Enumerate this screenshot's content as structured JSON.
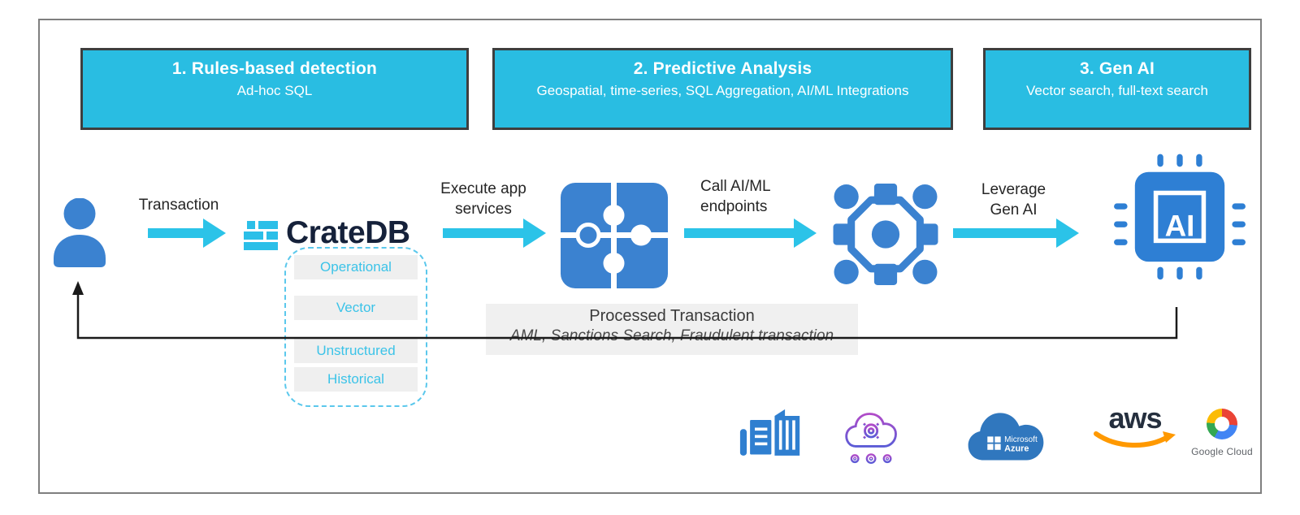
{
  "stages": [
    {
      "title": "1.  Rules-based detection",
      "subtitle": "Ad-hoc SQL"
    },
    {
      "title": "2. Predictive Analysis",
      "subtitle": "Geospatial, time-series, SQL Aggregation, AI/ML Integrations"
    },
    {
      "title": "3. Gen AI",
      "subtitle": "Vector search, full-text search"
    }
  ],
  "flow": {
    "transaction_label": "Transaction",
    "cratedb_wordmark": "CrateDB",
    "execute_line1": "Execute app",
    "execute_line2": "services",
    "aiml_line1": "Call AI/ML",
    "aiml_line2": "endpoints",
    "genai_line1": "Leverage",
    "genai_line2": "Gen AI",
    "chip_text": "AI"
  },
  "database_types": [
    "Operational",
    "Vector",
    "Unstructured",
    "Historical"
  ],
  "processed": {
    "title": "Processed Transaction",
    "subtitle": "AML, Sanctions Search, Fraudulent transaction"
  },
  "vendors": {
    "azure_line1": "Microsoft",
    "azure_line2": "Azure",
    "aws_wordmark": "aws",
    "google_label": "Google Cloud"
  },
  "colors": {
    "stage_cyan": "#29BDE2",
    "arrow_cyan": "#2BC3E8",
    "icon_blue": "#3B82D0",
    "cratedb_navy": "#15213A",
    "row_bg": "#EFEFEF",
    "row_text_cyan": "#3BC3E8",
    "processed_bg": "#F0F0F0",
    "aws_orange": "#FF9900",
    "azure_blue": "#3077BE",
    "mlops_purple": "#A14BD6",
    "frame_border": "#7F7F7F",
    "stage_border": "#3E3E3E",
    "feedback_line": "#1A1A1A"
  }
}
